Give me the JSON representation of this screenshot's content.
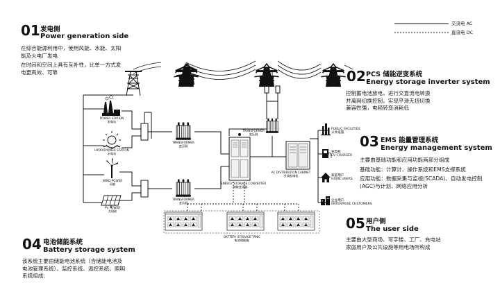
{
  "legend": {
    "ac": "交流电 AC",
    "dc": "直流电 DC"
  },
  "sections": {
    "s01": {
      "num": "01",
      "cn": "发电侧",
      "en": "Power generation side",
      "desc": [
        "在综合能源利用中，使用风能、水能、太阳能及火电厂发电",
        "在时间和空间上具有互补性，比单一方式发电更高效、可靠"
      ]
    },
    "s02": {
      "num": "02",
      "cn": "PCS 储能逆变系统",
      "en": "Energy storage inverter system",
      "desc": [
        "控制蓄电池放电，进行交直流电转换",
        "并离网切换控制，实现平滑无扭切换",
        "兼容性强，电频转变消耗低"
      ]
    },
    "s03": {
      "num": "03",
      "cn": "EMS 能量管理系统",
      "en": "Energy management system",
      "desc": [
        "主要由基础功能和应用功能两部分组成",
        "基础功能：计算计、操作系统和EMS支撑系统",
        "应用功能：数据采集与监视(SCADA)、自动发电控制(AGC)与计划、网络应用分析"
      ]
    },
    "s04": {
      "num": "04",
      "cn": "电池储能系统",
      "en": "Battery storage system",
      "desc": [
        "该系统主要由储能电池系统（含储能电池及电池管理系统）、监控系统、温控系统、照明系统组成;"
      ]
    },
    "s05": {
      "num": "05",
      "cn": "用户侧",
      "en": "The user side",
      "desc": [
        "主要由大型商场、写字楼、工厂、充电站",
        "家庭用户及公共设施等用电场所构成"
      ]
    }
  },
  "sources": {
    "power_station": {
      "en": "POWER STATION",
      "cn": "发电站"
    },
    "hydropower_station": {
      "en": "HYDROPOWER STATION",
      "cn": "水电站"
    },
    "wind_power": {
      "en": "WIND POWER",
      "cn": "风能"
    },
    "pv_power": {
      "en": "PV POWER",
      "cn": "太阳能"
    }
  },
  "equipment": {
    "transformer1": {
      "en": "TRANSFORMER",
      "cn": "变压器"
    },
    "transformer2": {
      "en": "TRANSFORMER",
      "cn": "变压器"
    },
    "transformer_top": {
      "en": "TRANSFORMER",
      "cn": "变压器"
    },
    "converter": {
      "en": "ENERGY STORAGE CONVERTER",
      "cn": "储能变流器"
    },
    "ac_cabinet": {
      "en": "AC DISTRIBUTION CABINET",
      "cn": "交流配电柜"
    },
    "battery_tank": {
      "en": "BATTERY STORAGE TANK",
      "cn": "电池储能箱"
    }
  },
  "users": {
    "public": {
      "en": "PUBLIC FACILITIES",
      "cn": "公共设施"
    },
    "ev": {
      "cn": "充电桩",
      "en": "EV CHARGER"
    },
    "home": {
      "cn": "家庭用户",
      "en": "HOME USERS"
    },
    "enterprise": {
      "cn": "企业用户",
      "en": "ENTERPRISE CUSTOMERS"
    }
  }
}
